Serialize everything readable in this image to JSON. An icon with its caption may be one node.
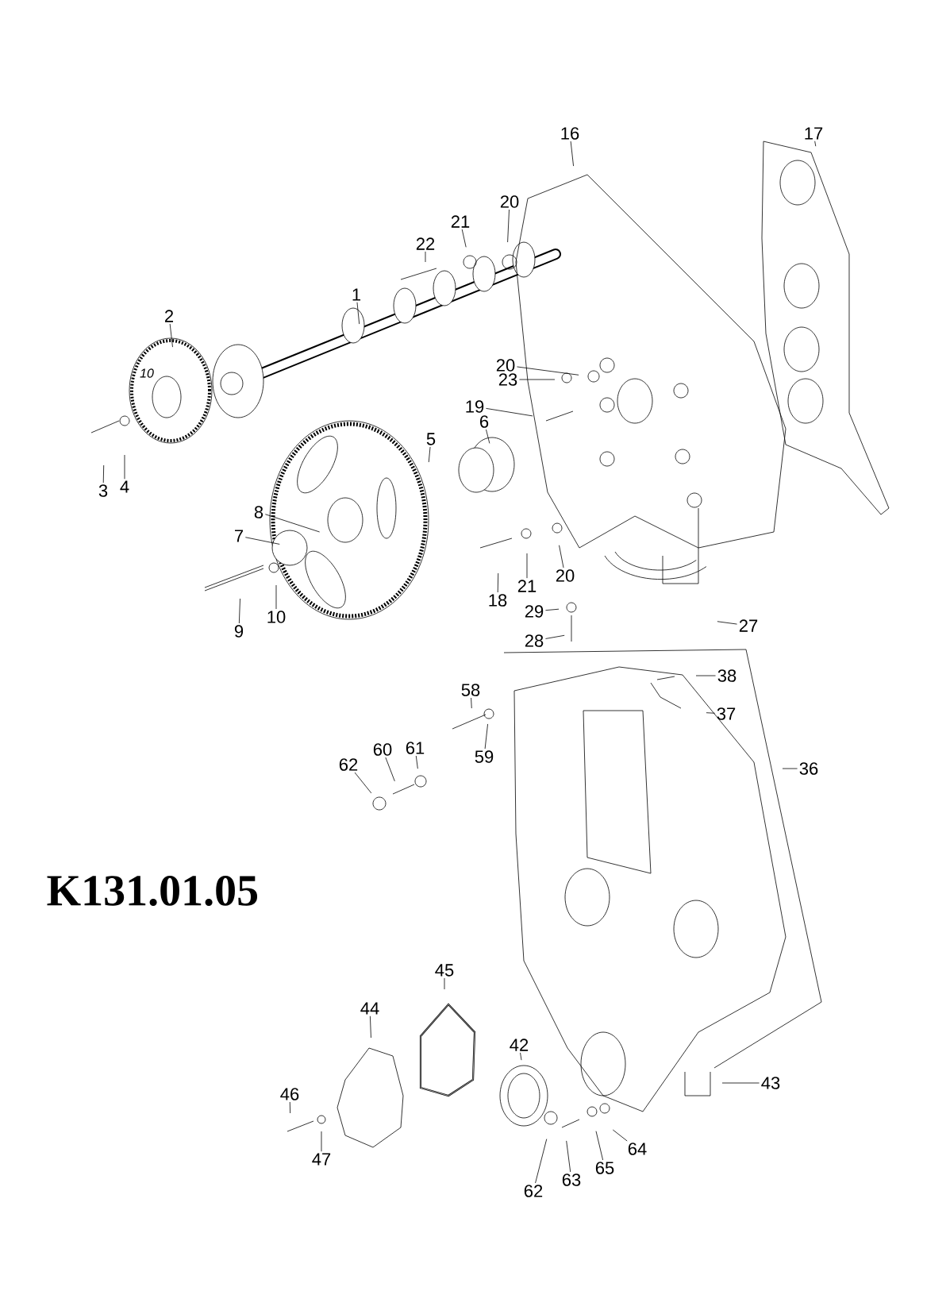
{
  "diagram": {
    "title": "K131.01.05",
    "nodes": [
      {
        "text": [
          "16"
        ]
      },
      {
        "text": [
          "17"
        ]
      },
      {
        "text": [
          "20"
        ]
      },
      {
        "text": [
          "21"
        ]
      },
      {
        "text": [
          "22"
        ]
      },
      {
        "text": [
          "1"
        ]
      },
      {
        "text": [
          "2"
        ]
      },
      {
        "text": [
          "20"
        ]
      },
      {
        "text": [
          "23"
        ]
      },
      {
        "text": [
          "19"
        ]
      },
      {
        "text": [
          "6"
        ]
      },
      {
        "text": [
          "5"
        ]
      },
      {
        "text": [
          "3"
        ]
      },
      {
        "text": [
          "4"
        ]
      },
      {
        "text": [
          "8"
        ]
      },
      {
        "text": [
          "7"
        ]
      },
      {
        "text": [
          "18"
        ]
      },
      {
        "text": [
          "21"
        ]
      },
      {
        "text": [
          "20"
        ]
      },
      {
        "text": [
          "9"
        ]
      },
      {
        "text": [
          "10"
        ]
      },
      {
        "text": [
          "29"
        ]
      },
      {
        "text": [
          "28"
        ]
      },
      {
        "text": [
          "27"
        ]
      },
      {
        "text": [
          "38"
        ]
      },
      {
        "text": [
          "37"
        ]
      },
      {
        "text": [
          "58"
        ]
      },
      {
        "text": [
          "59"
        ]
      },
      {
        "text": [
          "36"
        ]
      },
      {
        "text": [
          "62"
        ]
      },
      {
        "text": [
          "60"
        ]
      },
      {
        "text": [
          "61"
        ]
      },
      {
        "text": [
          "45"
        ]
      },
      {
        "text": [
          "44"
        ]
      },
      {
        "text": [
          "42"
        ]
      },
      {
        "text": [
          "43"
        ]
      },
      {
        "text": [
          "46"
        ]
      },
      {
        "text": [
          "47"
        ]
      },
      {
        "text": [
          "64"
        ]
      },
      {
        "text": [
          "65"
        ]
      },
      {
        "text": [
          "63"
        ]
      },
      {
        "text": [
          "62"
        ]
      }
    ],
    "edges": [
      {
        "from": 0,
        "to": null,
        "arrow": "none"
      },
      {
        "from": 1,
        "to": null,
        "arrow": "none"
      },
      {
        "from": 2,
        "to": null,
        "arrow": "none"
      },
      {
        "from": 3,
        "to": null,
        "arrow": "none"
      },
      {
        "from": 4,
        "to": null,
        "arrow": "none"
      },
      {
        "from": 5,
        "to": null,
        "arrow": "none"
      },
      {
        "from": 6,
        "to": null,
        "arrow": "none"
      },
      {
        "from": 7,
        "to": null,
        "arrow": "none"
      },
      {
        "from": 8,
        "to": null,
        "arrow": "none"
      },
      {
        "from": 9,
        "to": null,
        "arrow": "none"
      },
      {
        "from": 10,
        "to": null,
        "arrow": "none"
      },
      {
        "from": 11,
        "to": null,
        "arrow": "none"
      },
      {
        "from": 12,
        "to": null,
        "arrow": "none"
      },
      {
        "from": 13,
        "to": null,
        "arrow": "none"
      },
      {
        "from": 14,
        "to": null,
        "arrow": "none"
      },
      {
        "from": 15,
        "to": null,
        "arrow": "none"
      },
      {
        "from": 16,
        "to": null,
        "arrow": "none"
      },
      {
        "from": 17,
        "to": null,
        "arrow": "none"
      },
      {
        "from": 18,
        "to": null,
        "arrow": "none"
      },
      {
        "from": 19,
        "to": null,
        "arrow": "none"
      },
      {
        "from": 20,
        "to": null,
        "arrow": "none"
      },
      {
        "from": 21,
        "to": null,
        "arrow": "none"
      },
      {
        "from": 22,
        "to": null,
        "arrow": "none"
      },
      {
        "from": 23,
        "to": null,
        "arrow": "none"
      },
      {
        "from": 24,
        "to": null,
        "arrow": "none"
      },
      {
        "from": 25,
        "to": null,
        "arrow": "none"
      },
      {
        "from": 26,
        "to": null,
        "arrow": "none"
      },
      {
        "from": 27,
        "to": null,
        "arrow": "none"
      },
      {
        "from": 28,
        "to": null,
        "arrow": "none"
      },
      {
        "from": 29,
        "to": null,
        "arrow": "none"
      },
      {
        "from": 30,
        "to": null,
        "arrow": "none"
      },
      {
        "from": 31,
        "to": null,
        "arrow": "none"
      },
      {
        "from": 32,
        "to": null,
        "arrow": "none"
      },
      {
        "from": 33,
        "to": null,
        "arrow": "none"
      },
      {
        "from": 34,
        "to": null,
        "arrow": "none"
      },
      {
        "from": 35,
        "to": null,
        "arrow": "none"
      },
      {
        "from": 36,
        "to": null,
        "arrow": "none"
      },
      {
        "from": 37,
        "to": null,
        "arrow": "none"
      },
      {
        "from": 38,
        "to": null,
        "arrow": "none"
      },
      {
        "from": 39,
        "to": null,
        "arrow": "none"
      },
      {
        "from": 40,
        "to": null,
        "arrow": "none"
      },
      {
        "from": 41,
        "to": null,
        "arrow": "none"
      }
    ],
    "labels": [
      "10"
    ]
  }
}
